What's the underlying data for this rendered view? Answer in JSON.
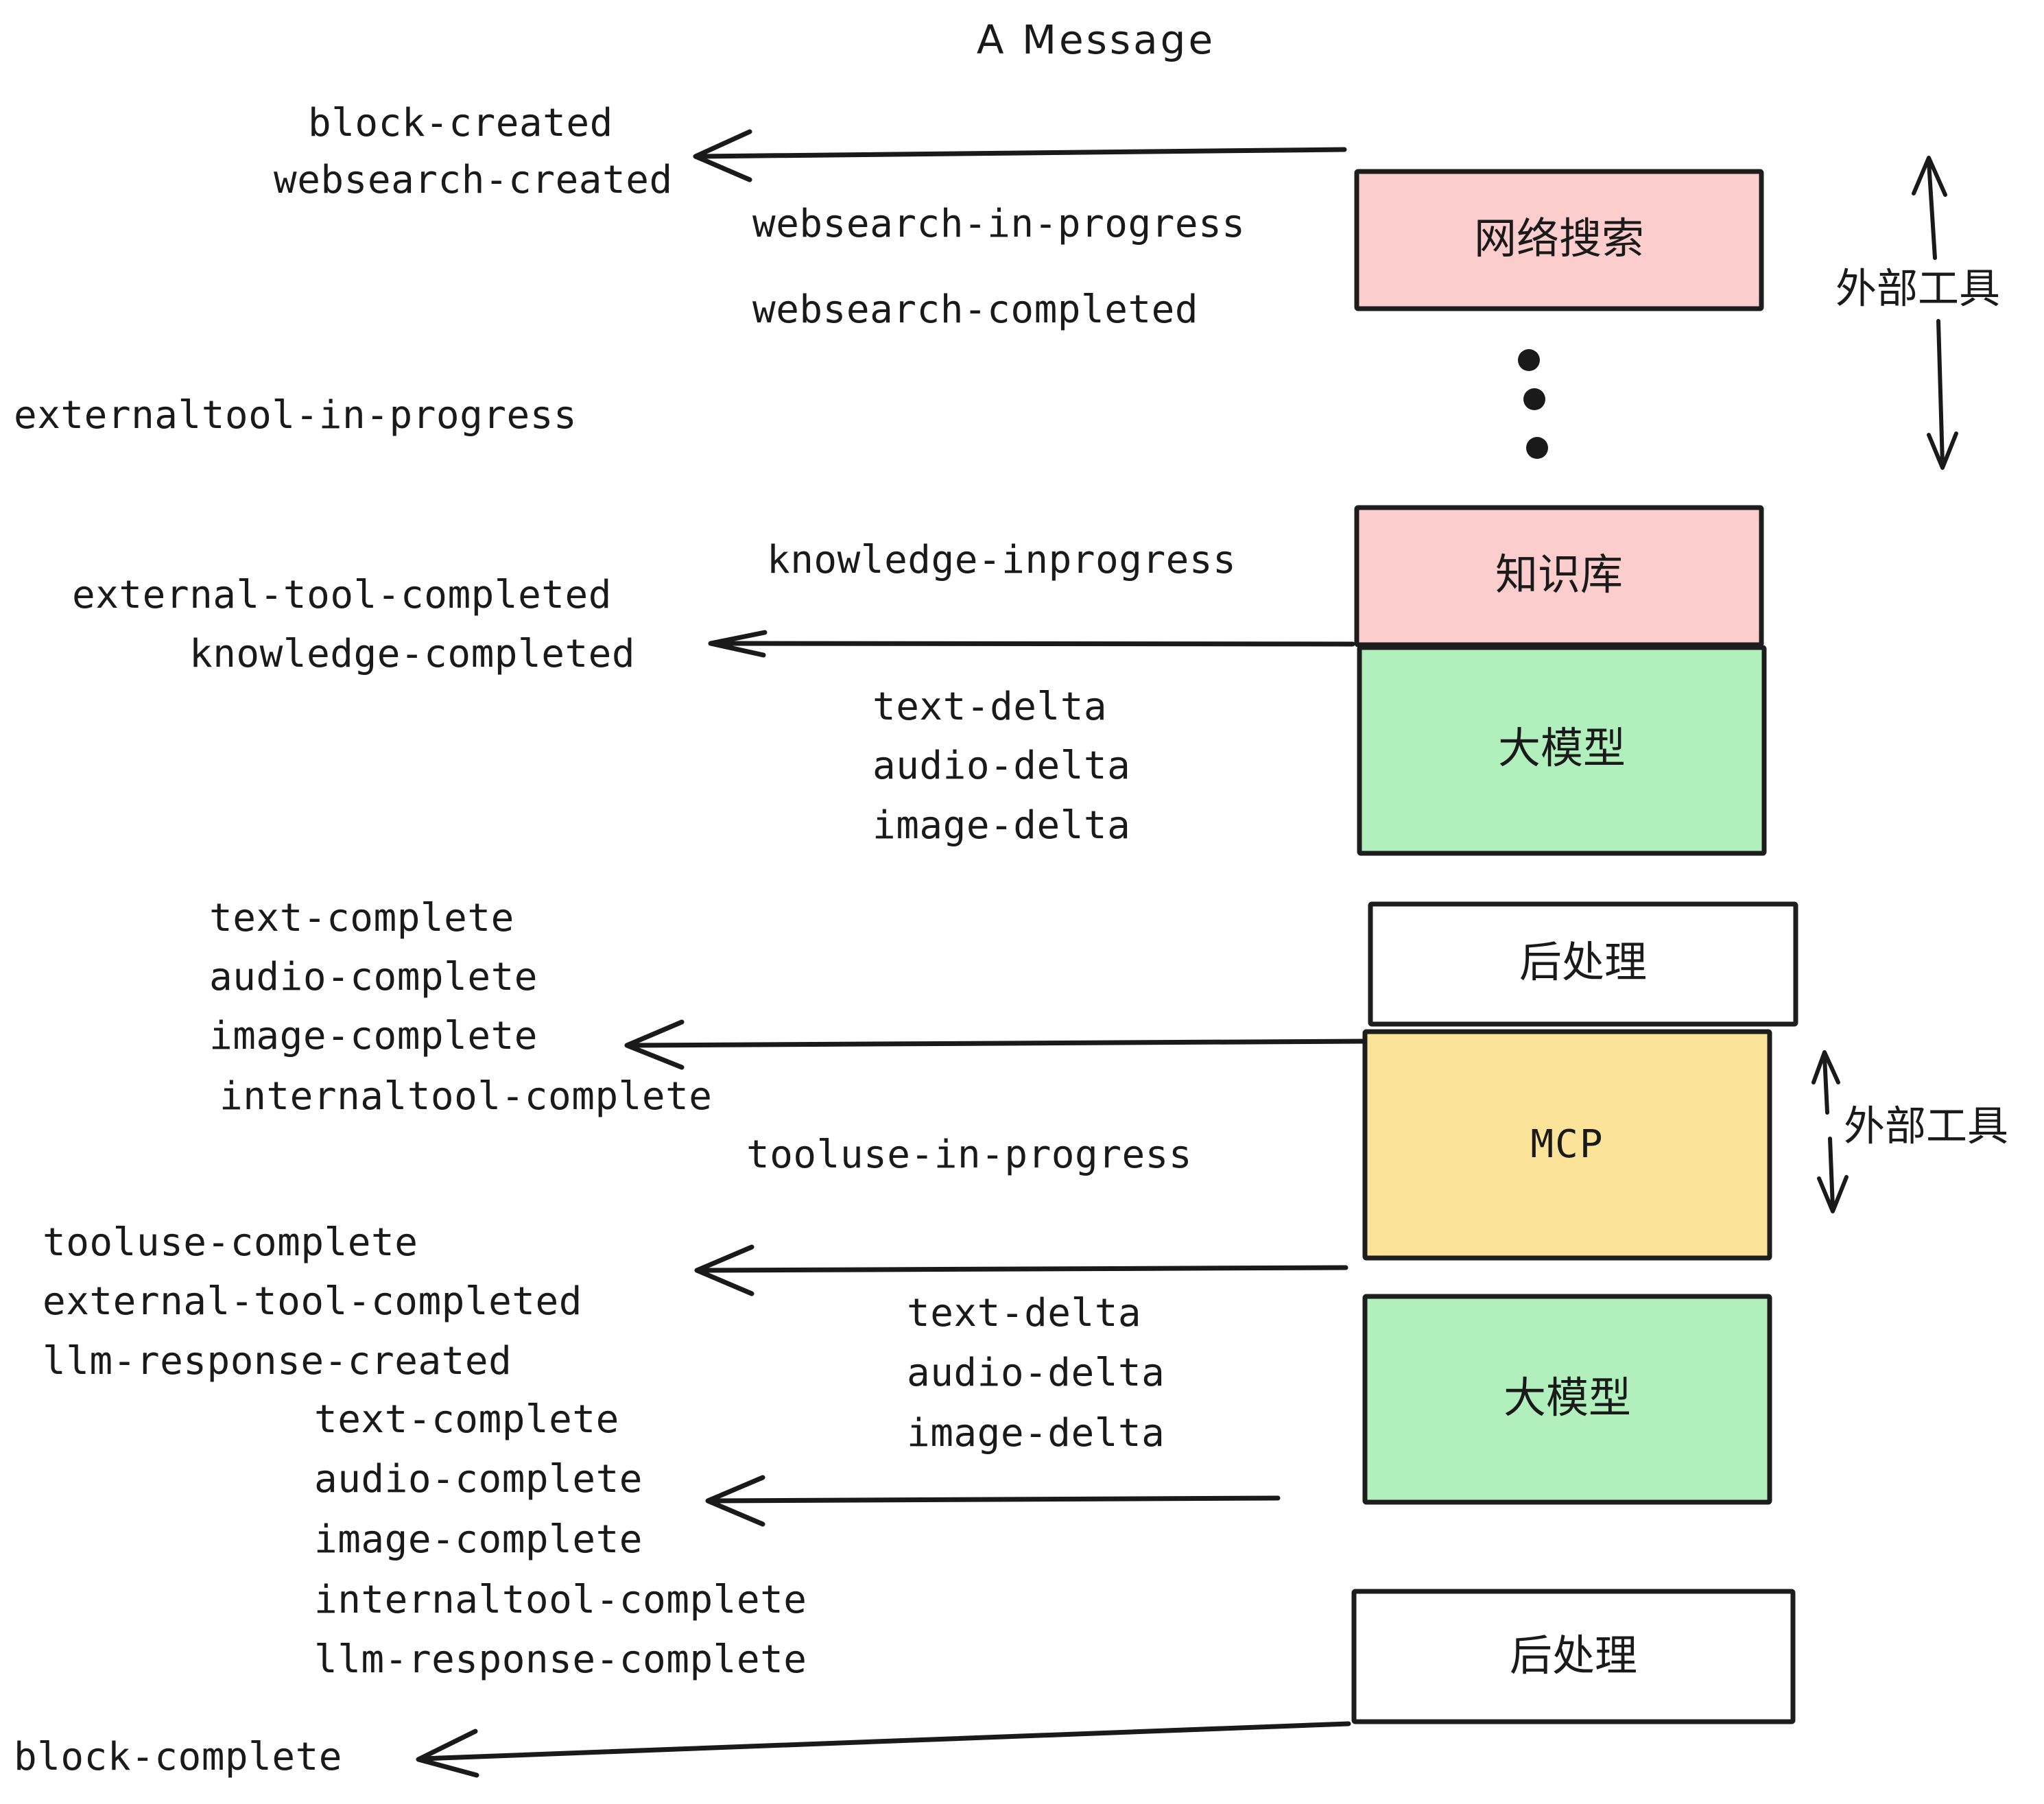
{
  "title": "A Message",
  "nodes": [
    {
      "id": "websearch",
      "label": "网络搜索",
      "color": "#fbcdcd"
    },
    {
      "id": "knowledge",
      "label": "知识库",
      "color": "#fbcdcd"
    },
    {
      "id": "llm1",
      "label": "大模型",
      "color": "#b1f0bd"
    },
    {
      "id": "post1",
      "label": "后处理",
      "color": "#ffffff"
    },
    {
      "id": "mcp",
      "label": "MCP",
      "color": "#fbe49a"
    },
    {
      "id": "llm2",
      "label": "大模型",
      "color": "#b1f0bd"
    },
    {
      "id": "post2",
      "label": "后处理",
      "color": "#ffffff"
    }
  ],
  "side_labels": [
    {
      "id": "external-tool-top",
      "text": "外部工具"
    },
    {
      "id": "external-tool-bottom",
      "text": "外部工具"
    }
  ],
  "events": [
    {
      "id": "e01",
      "text": "block-created"
    },
    {
      "id": "e02",
      "text": "websearch-created"
    },
    {
      "id": "e03",
      "text": "websearch-in-progress"
    },
    {
      "id": "e04",
      "text": "websearch-completed"
    },
    {
      "id": "e05",
      "text": "externaltool-in-progress"
    },
    {
      "id": "e06",
      "text": "knowledge-inprogress"
    },
    {
      "id": "e07",
      "text": "external-tool-completed"
    },
    {
      "id": "e08",
      "text": "knowledge-completed"
    },
    {
      "id": "e09",
      "text": "text-delta"
    },
    {
      "id": "e10",
      "text": "audio-delta"
    },
    {
      "id": "e11",
      "text": "image-delta"
    },
    {
      "id": "e12",
      "text": "text-complete"
    },
    {
      "id": "e13",
      "text": "audio-complete"
    },
    {
      "id": "e14",
      "text": "image-complete"
    },
    {
      "id": "e15",
      "text": "internaltool-complete"
    },
    {
      "id": "e16",
      "text": "tooluse-in-progress"
    },
    {
      "id": "e17",
      "text": "tooluse-complete"
    },
    {
      "id": "e18",
      "text": "external-tool-completed"
    },
    {
      "id": "e19",
      "text": "llm-response-created"
    },
    {
      "id": "e20",
      "text": "text-delta"
    },
    {
      "id": "e21",
      "text": "audio-delta"
    },
    {
      "id": "e22",
      "text": "image-delta"
    },
    {
      "id": "e23",
      "text": "text-complete"
    },
    {
      "id": "e24",
      "text": "audio-complete"
    },
    {
      "id": "e25",
      "text": "image-complete"
    },
    {
      "id": "e26",
      "text": "internaltool-complete"
    },
    {
      "id": "e27",
      "text": "llm-response-complete"
    },
    {
      "id": "e28",
      "text": "block-complete"
    }
  ],
  "colors": {
    "pink": "#fbcdcd",
    "green": "#b1f0bd",
    "yellow": "#fbe49a",
    "white": "#ffffff",
    "stroke": "#1d1d1d",
    "text": "#1a1a1a",
    "background": "#ffffff"
  }
}
